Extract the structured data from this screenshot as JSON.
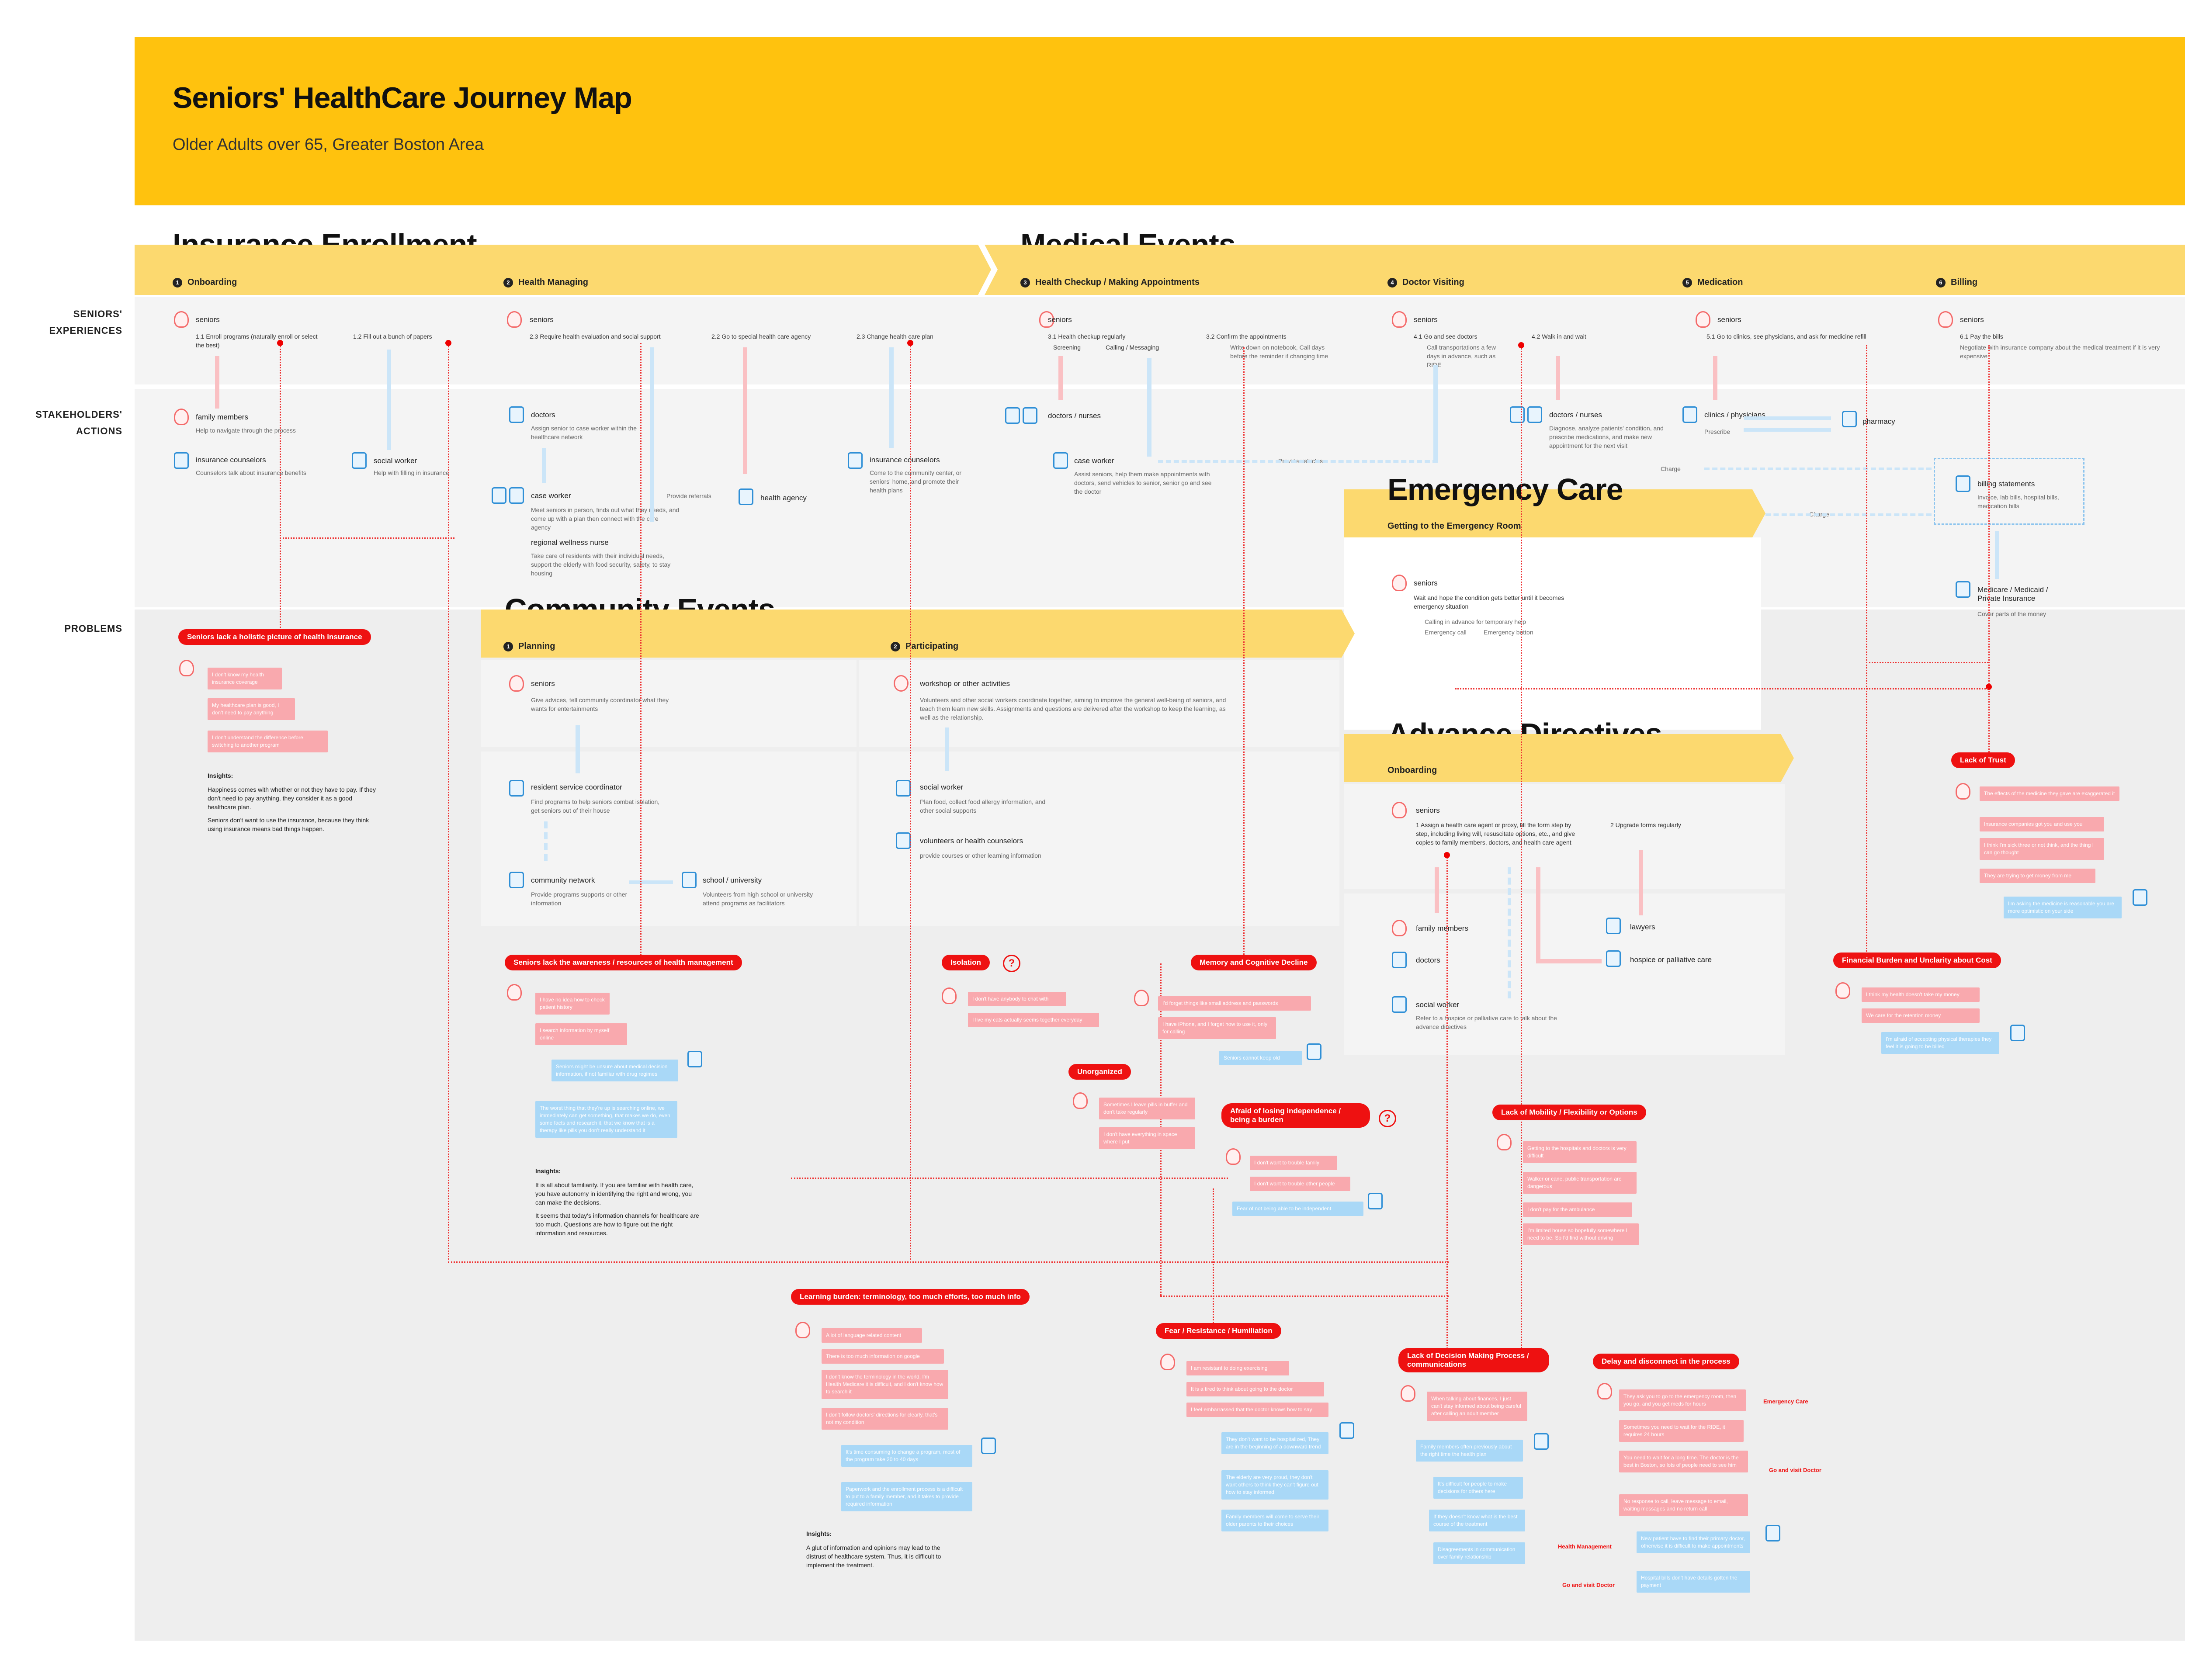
{
  "header": {
    "title": "Seniors' HealthCare Journey Map",
    "subtitle": "Older Adults over 65, Greater Boston Area"
  },
  "row_labels": {
    "experiences_1": "SENIORS'",
    "experiences_2": "EXPERIENCES",
    "actions_1": "STAKEHOLDERS'",
    "actions_2": "ACTIONS",
    "problems": "PROBLEMS"
  },
  "sections": {
    "insurance": "Insurance Enrollment",
    "medical": "Medical Events",
    "community": "Community Events",
    "emergency": "Emergency Care",
    "advance": "Advance Directives"
  },
  "stages": {
    "onboarding": "Onboarding",
    "health_managing": "Health Managing",
    "health_checkup": "Health Checkup / Making Appointments",
    "doctor_visiting": "Doctor Visiting",
    "medication": "Medication",
    "billing": "Billing",
    "planning": "Planning",
    "participating": "Participating",
    "getting_er": "Getting to the Emergency Room",
    "ad_onboarding": "Onboarding",
    "n1": "1",
    "n2": "2",
    "n3": "3",
    "n4": "4",
    "n5": "5",
    "n6": "6"
  },
  "insurance": {
    "seniors": "seniors",
    "s11": "1.1   Enroll programs (naturally enroll or select the best)",
    "s12": "1.2   Fill out a bunch of papers",
    "s23": "2.3   Require health evaluation and social support",
    "s22": "2.2   Go to special health care agency",
    "s231": "2.3   Change health care plan",
    "family": "family members",
    "family_d": "Help to navigate through the process",
    "counselors": "insurance counselors",
    "counselors_d": "Counselors talk about insurance benefits",
    "social": "social worker",
    "social_d": "Help with filling in insurance",
    "doctors": "doctors",
    "doctors_d": "Assign senior to case worker within the healthcare network",
    "case": "case worker",
    "case_d": "Meet seniors in person, finds out what they needs, and come up with a plan then connect with the care agency",
    "provide": "Provide referrals",
    "agency": "health agency",
    "nurse": "regional wellness nurse",
    "nurse_d": "Take care of residents with their individual needs, support the elderly with food security, safety, to stay housing",
    "counselors2": "insurance counselors",
    "counselors2_d": "Come to the community center, or seniors' home, and promote their health plans"
  },
  "medical": {
    "seniors": "seniors",
    "s31": "3.1   Health checkup regularly",
    "screening": "Screening",
    "calling": "Calling / Messaging",
    "s32": "3.2   Confirm the appointments",
    "s32_d": "Write down on notebook, Call days before the reminder if changing time",
    "docnurse": "doctors / nurses",
    "case": "case worker",
    "case_d": "Assist seniors, help them make appointments with doctors, send vehicles to senior, senior go and see the doctor",
    "provide_vehicles": "Provide vehicles",
    "s41": "4.1   Go and see doctors",
    "s41_d": "Call transportations a few days in advance, such as RIDE",
    "s42": "4.2   Walk in and wait",
    "docnurse2": "doctors / nurses",
    "docnurse2_d": "Diagnose, analyze patients' condition, and prescribe medications, and make new appointment for the next visit",
    "s51": "5.1   Go to clinics, see physicians, and ask for medicine refill",
    "clinics": "clinics / physicians",
    "prescribe": "Prescribe",
    "pharmacy": "pharmacy",
    "s61": "6.1   Pay the bills",
    "s61_d": "Negotiate with insurance company about the medical treatment if it is very expensive",
    "charge": "Charge",
    "charge2": "Charge",
    "billing_statements": "billing statements",
    "billing_d": "Invoice, lab bills, hospital bills, medication bills",
    "medicare": "Medicare / Medicaid / Private Insurance",
    "medicare_d": "Cover parts of the money"
  },
  "emergency": {
    "seniors": "seniors",
    "d": "Wait and hope the condition gets better until it becomes emergency situation",
    "call1": "Calling in advance for temporary help",
    "call2": "Emergency call",
    "call3": "Emergency button"
  },
  "community": {
    "seniors": "seniors",
    "seniors_d": "Give advices, tell community coordinator what they wants for entertainments",
    "rsc": "resident service coordinator",
    "rsc_d": "Find programs to help seniors combat isolation, get seniors out of their house",
    "network": "community network",
    "network_d": "Provide programs supports or other information",
    "school": "school / university",
    "school_d": "Volunteers from high school or university attend programs as facilitators",
    "workshop": "workshop or other activities",
    "workshop_d": "Volunteers and other social workers coordinate together, aiming to improve the general well-being of seniors, and teach them learn new skills. Assignments and questions are delivered after the workshop to keep the learning, as well as the relationship.",
    "social": "social worker",
    "social_d": "Plan food, collect food allergy information, and other social supports",
    "volunteers": "volunteers or health counselors",
    "volunteers_d": "provide courses or other learning information"
  },
  "advance": {
    "seniors": "seniors",
    "s1": "1   Assign a health care agent or proxy, fill the form step by step, including living will, resuscitate options, etc., and give copies to family members, doctors, and health care agent",
    "s2": "2   Upgrade forms regularly",
    "family": "family members",
    "doctors": "doctors",
    "lawyers": "lawyers",
    "hospice": "hospice or palliative care",
    "social": "social worker",
    "social_d": "Refer to a hospice or palliative care to talk about the advance directives"
  },
  "problems": {
    "p1": "Seniors lack a holistic picture of health insurance",
    "p2": "Seniors lack the awareness / resources of health management",
    "p3": "Isolation",
    "p4": "Memory and Cognitive Decline",
    "p5": "Unorganized",
    "p6": "Afraid of losing independence / being a burden",
    "p7": "Lack of Mobility / Flexibility or Options",
    "p8": "Lack of Trust",
    "p9": "Financial Burden and Unclarity about Cost",
    "p10": "Learning burden: terminology, too much efforts, too much info",
    "p11": "Fear / Resistance / Humiliation",
    "p12": "Lack of Decision Making Process / communications",
    "p13": "Delay and disconnect in the process",
    "q": "?"
  },
  "quotes": {
    "q1a": "I don't know my health insurance coverage",
    "q1b": "My healthcare plan is good, I don't need to pay anything",
    "q1c": "I don't understand the difference before switching to another program",
    "q2a": "I have no idea how to check patient history",
    "q2b": "I search information by myself online",
    "q2c": "Seniors might be unsure about medical decision information, if not familiar with drug regimes",
    "q2d": "The worst thing that they're up is searching online, we immediately can get something, that makes we do, even some facts and research it, that we know that is a therapy like pills you don't really understand it",
    "q3a": "I don't have anybody to chat with",
    "q3b": "I live my cats actually seems together everyday",
    "q4a": "I'd forget things like small address and passwords",
    "q4b": "I have iPhone, and I forget how to use it, only for calling",
    "q4c": "Seniors cannot keep old",
    "q5a": "Sometimes I leave pills in buffer and don't take regularly",
    "q5b": "I don't have everything in space where I put",
    "q6a": "I don't want to trouble family",
    "q6b": "I don't want to trouble other people",
    "q6c": "Fear of not being able to be independent",
    "q7a": "Getting to the hospitals and doctors is very difficult",
    "q7b": "Walker or cane, public transportation are dangerous",
    "q7c": "I don't pay for the ambulance",
    "q7d": "I'm limited house so hopefully somewhere I need to be. So I'd find without driving",
    "q8a": "The effects of the medicine they gave are exaggerated it",
    "q8b": "Insurance companies got you and use you",
    "q8c": "I think I'm sick three or not think, and the thing I can go thought",
    "q8d": "They are trying to get money from me",
    "q8e": "I'm asking the medicine is reasonable you are more optimistic on your side",
    "q9a": "I think my health doesn't take my money",
    "q9b": "We care for the retention money",
    "q9c": "I'm afraid of accepting physical therapies they feel it is going to be billed",
    "q10a": "A lot of language related content",
    "q10b": "There is too much information on google",
    "q10c": "I don't know the terminology in the world, I'm Health Medicare it is difficult, and I don't know how to search it",
    "q10d": "I don't follow doctors' directions for clearly, that's not my condition",
    "q10e": "It's time consuming to change a program, most of the program take 20 to 40 days",
    "q10f": "Paperwork and the enrollment process is a difficult to put to a family member, and it takes to provide required information",
    "q11a": "I am resistant to doing exercising",
    "q11b": "It is a tired to think about going to the doctor",
    "q11c": "I feel embarrassed that the doctor knows how to say",
    "q11d": "They don't want to be hospitalized, They are in the beginning of a downward trend",
    "q11e": "The elderly are very proud, they don't want others to think they can't figure out how to stay informed",
    "q11f": "Family members will come to serve their older parents to their choices",
    "q12a": "When talking about finances, I just can't stay informed about being careful after calling an adult member",
    "q12b": "Family members often previously about the right time the health plan",
    "q12c": "It's difficult for people to make decisions for others here",
    "q12d": "If they doesn't know what is the best course of the treatment",
    "q12e": "Disagreements in communication over family relationship",
    "q13a": "They ask you to go to the emergency room, then you go, and you get meds for hours",
    "q13b": "Sometimes you need to wait for the RIDE, it requires 24 hours",
    "q13c": "You need to wait for a long time. The doctor is the best in Boston, so lots of people need to see him",
    "q13d": "No response to call, leave message to email, waiting messages and no return call",
    "q13e": "New patient have to find their primary doctor, otherwise it is difficult to make appointments",
    "q13f": "Hospital bills don't have details gotten the payment"
  },
  "insights": {
    "title": "Insights:",
    "i1a": "Happiness comes with whether or not they have to pay. If they don't need to pay anything, they consider it as a good healthcare plan.",
    "i1b": "Seniors don't want to use the insurance, because they think using insurance means bad things happen.",
    "i2a": "It is all about familiarity. If you are familiar with health care, you have autonomy in identifying the right and wrong, you can make the decisions.",
    "i2b": "It seems that today's information channels for healthcare are too much. Questions are how to figure out the right information and resources.",
    "i3": "A glut of information and opinions may lead to the distrust of healthcare system. Thus, it is difficult to implement the treatment."
  },
  "side_labels": {
    "er": "Emergency Care",
    "visit": "Go and visit Doctor",
    "hm": "Health Management",
    "visit2": "Go and visit Doctor"
  },
  "colors": {
    "header": "#FFC20E",
    "band": "#FCD96F",
    "problem": "#EE1111",
    "pink": "#F9A9AE",
    "blue": "#A9D8F7",
    "icon_red": "#F46A6A",
    "icon_blue": "#2F8FD6"
  }
}
